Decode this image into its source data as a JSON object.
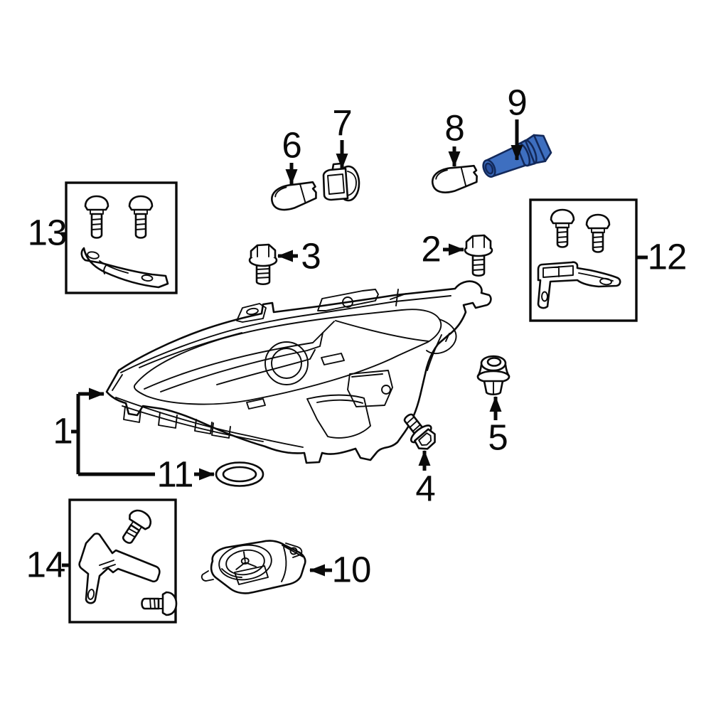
{
  "diagram": {
    "description": "Exploded parts diagram of a vehicle headlamp assembly with numbered callouts",
    "highlighted_callout": "9",
    "colors": {
      "background": "#ffffff",
      "line": "#0a0a0a",
      "highlight_fill": "#3e6fc0",
      "highlight_line": "#13295a",
      "highlight_inner": "#2b53a3"
    },
    "callouts": [
      {
        "label": "1"
      },
      {
        "label": "2"
      },
      {
        "label": "3"
      },
      {
        "label": "4"
      },
      {
        "label": "5"
      },
      {
        "label": "6"
      },
      {
        "label": "7"
      },
      {
        "label": "8"
      },
      {
        "label": "9"
      },
      {
        "label": "10"
      },
      {
        "label": "11"
      },
      {
        "label": "12"
      },
      {
        "label": "13"
      },
      {
        "label": "14"
      }
    ]
  }
}
